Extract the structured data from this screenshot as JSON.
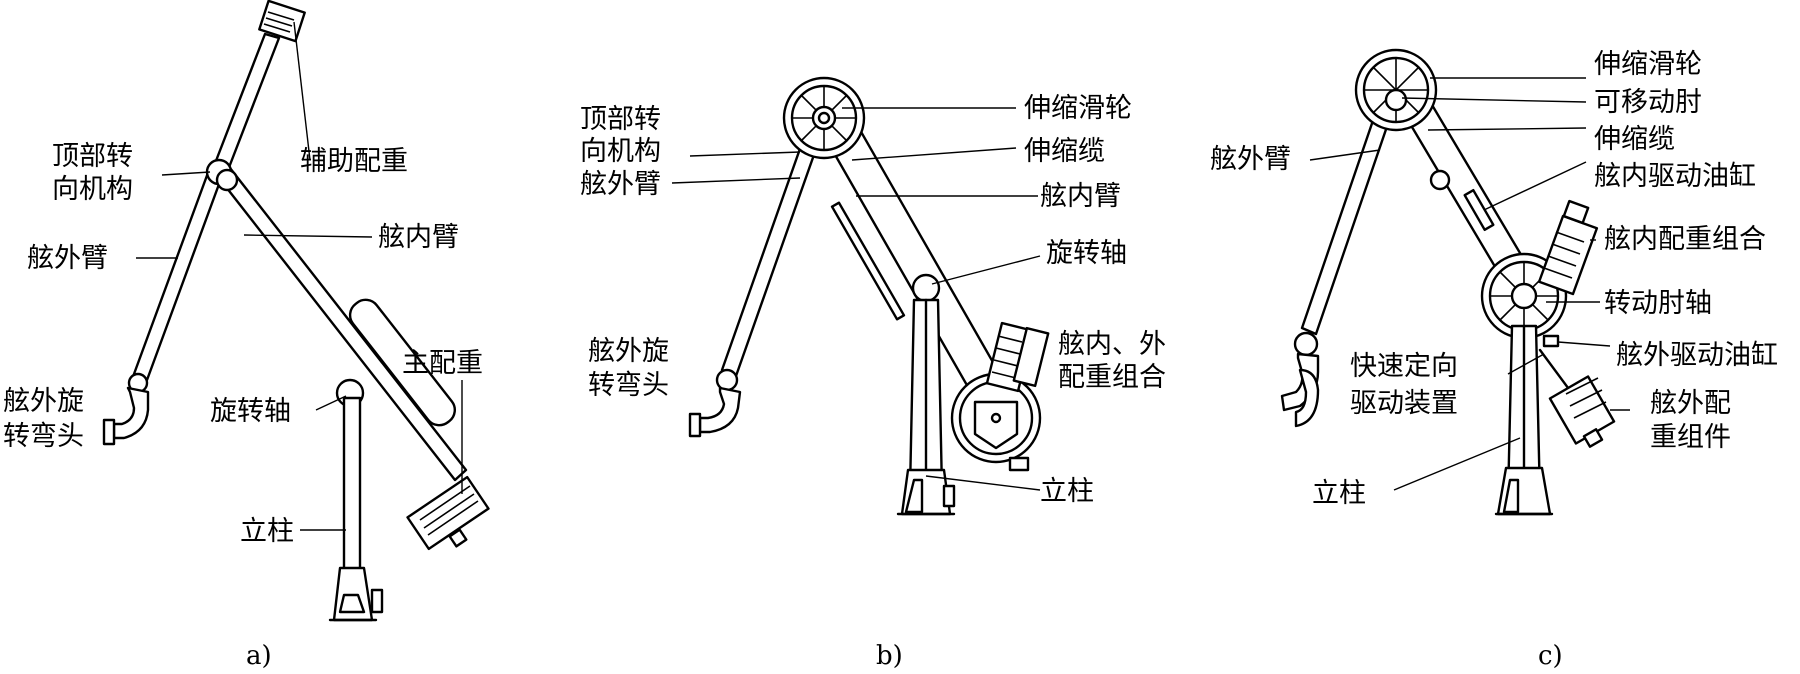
{
  "diagram_a": {
    "caption": "a)",
    "labels": {
      "top_swivel_line1": "顶部转",
      "top_swivel_line2": "向机构",
      "aux_counterweight": "辅助配重",
      "inboard_arm": "舷内臂",
      "outboard_arm": "舷外臂",
      "main_counterweight": "主配重",
      "outboard_swivel_line1": "舷外旋",
      "outboard_swivel_line2": "转弯头",
      "slewing_shaft": "旋转轴",
      "column": "立柱"
    }
  },
  "diagram_b": {
    "caption": "b)",
    "labels": {
      "top_swivel_line1": "顶部转",
      "top_swivel_line2": "向机构",
      "outboard_arm": "舷外臂",
      "telescopic_sheave": "伸缩滑轮",
      "telescopic_cable": "伸缩缆",
      "inboard_arm": "舷内臂",
      "slewing_shaft": "旋转轴",
      "counterweight_line1": "舷内、外",
      "counterweight_line2": "配重组合",
      "outboard_swivel_line1": "舷外旋",
      "outboard_swivel_line2": "转弯头",
      "column": "立柱"
    }
  },
  "diagram_c": {
    "caption": "c)",
    "labels": {
      "telescopic_sheave": "伸缩滑轮",
      "movable_elbow": "可移动肘",
      "telescopic_cable": "伸缩缆",
      "outboard_arm": "舷外臂",
      "inboard_cylinder": "舷内驱动油缸",
      "inboard_counterweight": "舷内配重组合",
      "elbow_shaft": "转动肘轴",
      "outboard_cylinder": "舷外驱动油缸",
      "quick_drive_line1": "快速定向",
      "quick_drive_line2": "驱动装置",
      "outboard_cw_line1": "舷外配",
      "outboard_cw_line2": "重组件",
      "column": "立柱"
    }
  }
}
